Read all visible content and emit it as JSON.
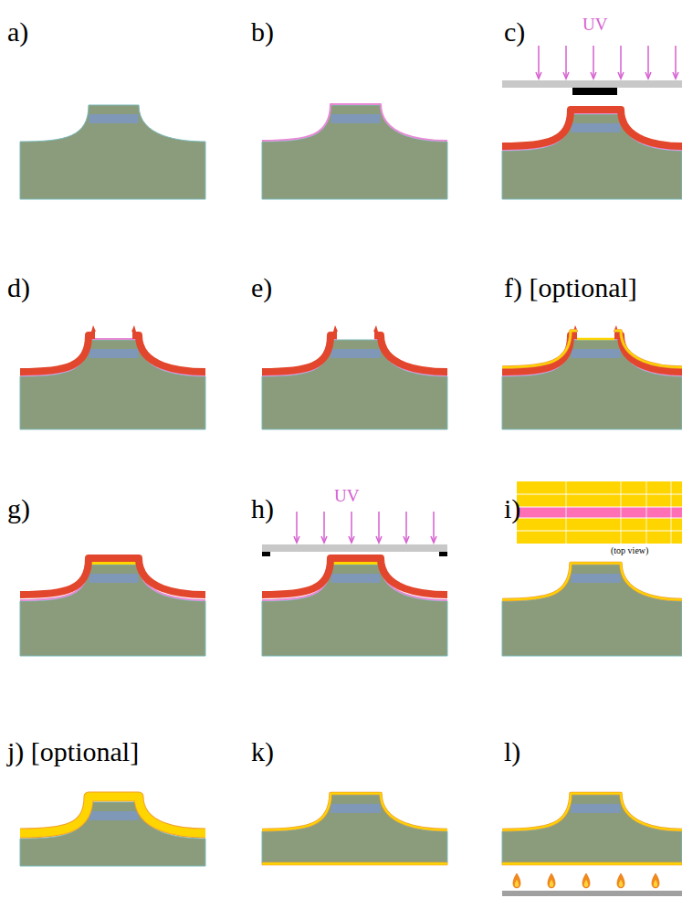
{
  "diagram": {
    "labels": [
      "a)",
      "b)",
      "c)",
      "UV",
      "d)",
      "e)",
      "f) [optional]",
      "g)",
      "h)",
      "UV",
      "i)",
      "(top view)",
      "j) [optional]",
      "k)",
      "l)"
    ]
  }
}
